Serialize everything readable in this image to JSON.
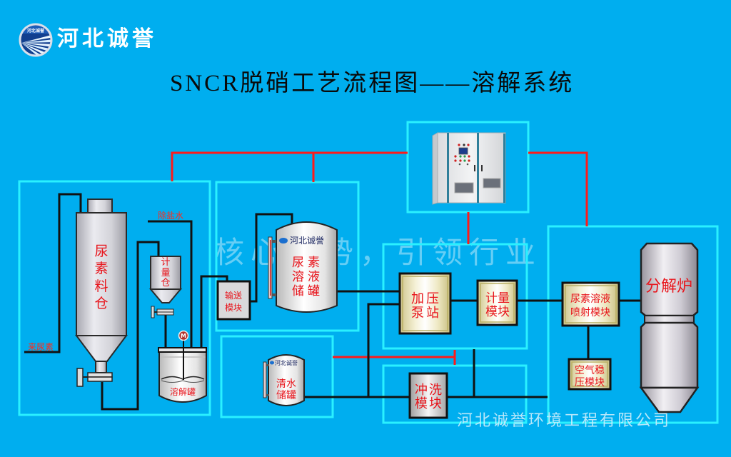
{
  "header": {
    "logo_badge": "河北诚誉",
    "logo_text": "河北诚誉",
    "title": "SNCR脱硝工艺流程图——溶解系统"
  },
  "watermark": "核心优势，引领行业",
  "footer": "河北诚誉环境工程有限公司",
  "stream_labels": {
    "urea_in": "来尿素",
    "demin_water": "除盐水"
  },
  "equipment": {
    "urea_silo": [
      "尿",
      "素",
      "料",
      "仓"
    ],
    "metering_bin": [
      "计",
      "量",
      "仓"
    ],
    "dissolving_tank": "溶解罐",
    "motor": "M",
    "transfer_module": [
      "输送",
      "模块"
    ],
    "urea_solution_tank": {
      "brand": "河北诚誉",
      "lines": [
        "尿素",
        "溶液",
        "储罐"
      ]
    },
    "pressure_pump_station": [
      "加压",
      "泵站"
    ],
    "metering_module": [
      "计量",
      "模块"
    ],
    "injection_module": [
      "尿素溶液",
      "喷射模块"
    ],
    "air_stabilizer_module": [
      "空气稳",
      "压模块"
    ],
    "decomposition_furnace": "分解炉",
    "clean_water_tank": {
      "brand": "河北诚誉",
      "lines": [
        "清水",
        "储罐"
      ]
    },
    "flush_module": [
      "冲洗",
      "模块"
    ]
  },
  "colors": {
    "background": "#00AEEF",
    "frame": "#2AF0FF",
    "signal_line": "#FF1A1A",
    "pipe": "#111111",
    "label_text": "#E8141B"
  }
}
